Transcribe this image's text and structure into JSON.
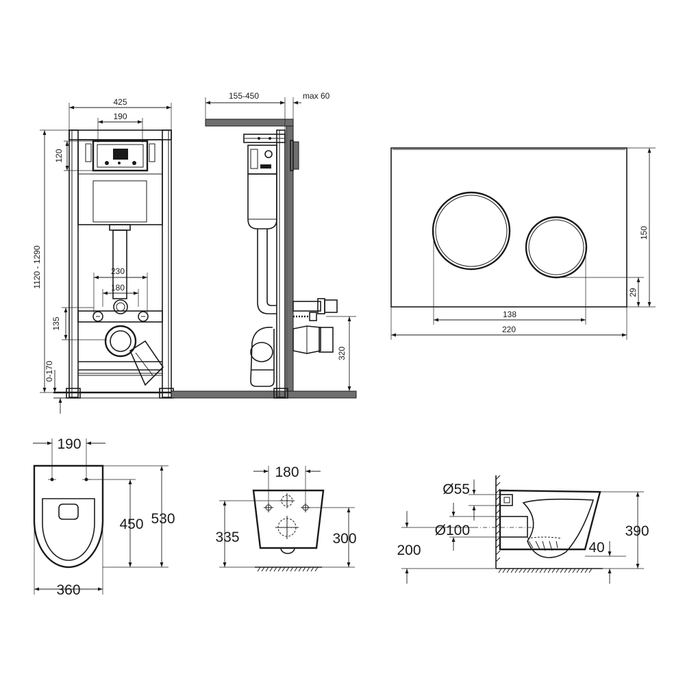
{
  "frame_front": {
    "width": "425",
    "panel_width": "190",
    "panel_height": "120",
    "height_range": "1120 - 1290",
    "foot_range": "0-170",
    "bolt_spacing_outer": "230",
    "bolt_spacing_inner": "180",
    "bolt_height": "135"
  },
  "frame_side": {
    "depth_range": "155-450",
    "max_wall": "max 60",
    "drain_height": "320"
  },
  "flush_plate": {
    "height": "150",
    "button_offset": "29",
    "button_spacing": "138",
    "width": "220"
  },
  "bowl_top": {
    "bolt_spacing": "190",
    "length_inner": "450",
    "length_outer": "530",
    "width": "360"
  },
  "bowl_back": {
    "bolt_spacing": "180",
    "height_left": "335",
    "height_right": "300"
  },
  "bowl_side": {
    "inlet_diameter": "Ø55",
    "outlet_diameter": "Ø100",
    "outlet_height": "200",
    "height": "390",
    "rim_offset": "40"
  }
}
